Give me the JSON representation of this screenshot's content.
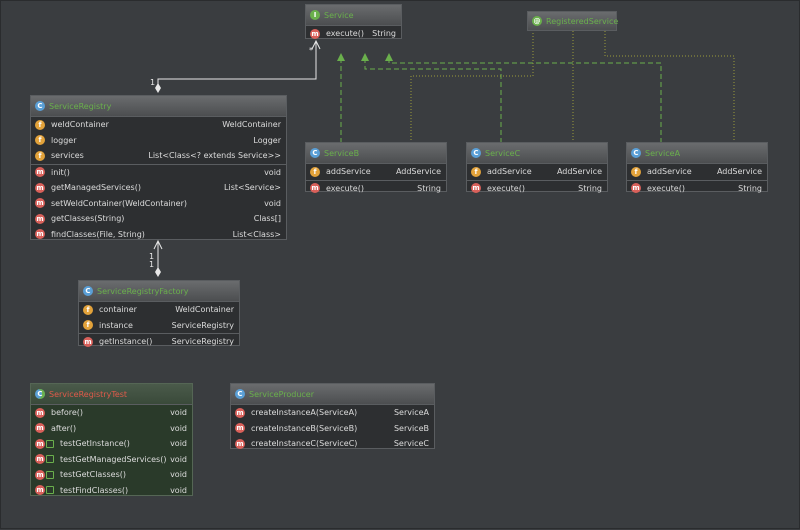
{
  "colors": {
    "background": "#3a3d40",
    "class_badge": "#5a9fd6",
    "interface_badge": "#6ab04c",
    "field_badge": "#e2a23a",
    "method_badge": "#d9605a",
    "implements_line": "#6ab04c",
    "dependency_line": "#9a9a3a"
  },
  "service": {
    "badge": "I",
    "name": "Service",
    "methods": [
      {
        "name": "execute()",
        "type": "String"
      }
    ]
  },
  "registered_service": {
    "badge": "@",
    "name": "RegisteredService"
  },
  "service_registry": {
    "badge": "C",
    "name": "ServiceRegistry",
    "fields": [
      {
        "name": "weldContainer",
        "type": "WeldContainer"
      },
      {
        "name": "logger",
        "type": "Logger"
      },
      {
        "name": "services",
        "type": "List<Class<? extends Service>>"
      }
    ],
    "methods": [
      {
        "name": "init()",
        "type": "void"
      },
      {
        "name": "getManagedServices()",
        "type": "List<Service>"
      },
      {
        "name": "setWeldContainer(WeldContainer)",
        "type": "void"
      },
      {
        "name": "getClasses(String)",
        "type": "Class[]"
      },
      {
        "name": "findClasses(File, String)",
        "type": "List<Class>"
      }
    ]
  },
  "service_b": {
    "badge": "C",
    "name": "ServiceB",
    "fields": [
      {
        "name": "addService",
        "type": "AddService"
      }
    ],
    "methods": [
      {
        "name": "execute()",
        "type": "String"
      }
    ]
  },
  "service_c": {
    "badge": "C",
    "name": "ServiceC",
    "fields": [
      {
        "name": "addService",
        "type": "AddService"
      }
    ],
    "methods": [
      {
        "name": "execute()",
        "type": "String"
      }
    ]
  },
  "service_a": {
    "badge": "C",
    "name": "ServiceA",
    "fields": [
      {
        "name": "addService",
        "type": "AddService"
      }
    ],
    "methods": [
      {
        "name": "execute()",
        "type": "String"
      }
    ]
  },
  "factory": {
    "badge": "C",
    "name": "ServiceRegistryFactory",
    "fields": [
      {
        "name": "container",
        "type": "WeldContainer"
      },
      {
        "name": "instance",
        "type": "ServiceRegistry"
      }
    ],
    "methods": [
      {
        "name": "getInstance()",
        "type": "ServiceRegistry"
      }
    ]
  },
  "test": {
    "badge": "C",
    "name": "ServiceRegistryTest",
    "methods": [
      {
        "name": "before()",
        "type": "void"
      },
      {
        "name": "after()",
        "type": "void"
      },
      {
        "name": "testGetInstance()",
        "type": "void"
      },
      {
        "name": "testGetManagedServices()",
        "type": "void"
      },
      {
        "name": "testGetClasses()",
        "type": "void"
      },
      {
        "name": "testFindClasses()",
        "type": "void"
      }
    ]
  },
  "producer": {
    "badge": "C",
    "name": "ServiceProducer",
    "methods": [
      {
        "name": "createInstanceA(ServiceA)",
        "type": "ServiceA"
      },
      {
        "name": "createInstanceB(ServiceB)",
        "type": "ServiceB"
      },
      {
        "name": "createInstanceC(ServiceC)",
        "type": "ServiceC"
      }
    ]
  },
  "multiplicity": {
    "registry_to_service_a": "1",
    "registry_to_service_b": "*",
    "factory_to_registry_a": "1",
    "factory_to_registry_b": "1"
  },
  "badge_letters": {
    "field": "f",
    "method": "m"
  }
}
